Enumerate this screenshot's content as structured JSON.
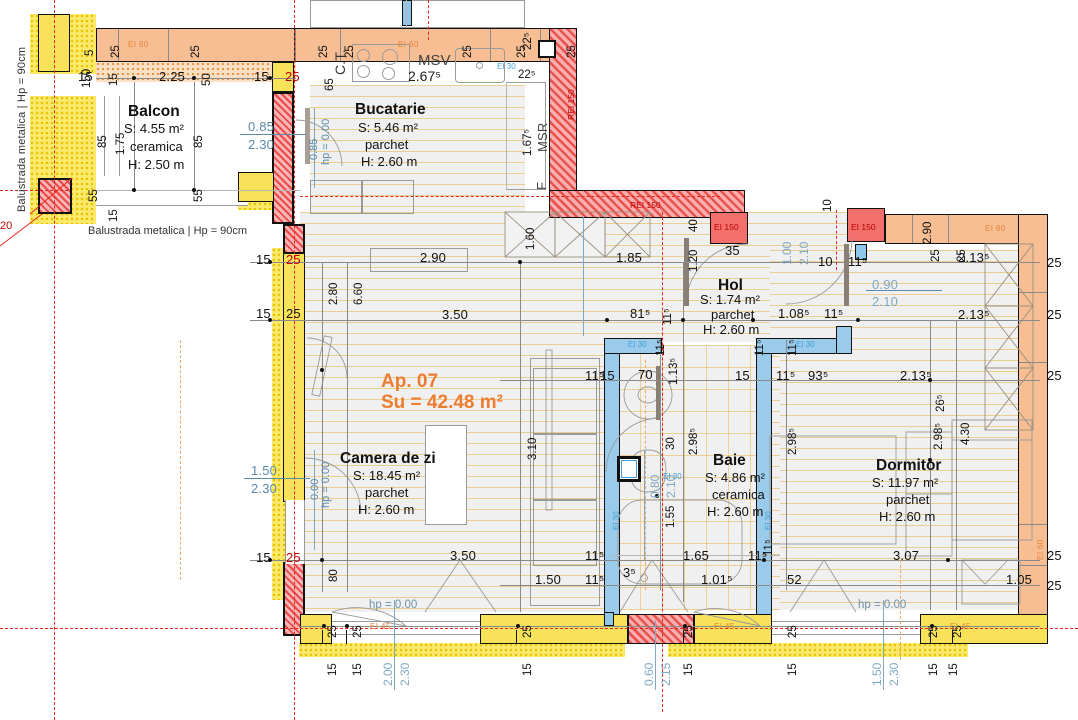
{
  "plan": {
    "apartment_label": "Ap. 07",
    "apartment_area": "Su = 42.48 m²",
    "accent_color": "#ED7D31",
    "wall_colors": {
      "orange": "#F6BE92",
      "red": "#F1706B",
      "yellow": "#F7E259",
      "blue": "#9ACBEA",
      "insulation_yellow": "#FBE96B"
    }
  },
  "rooms": [
    {
      "name": "Balcon",
      "area": "S: 4.55 m²",
      "finish": "ceramica",
      "height": "H: 2.50 m"
    },
    {
      "name": "Bucatarie",
      "area": "S: 5.46 m²",
      "finish": "parchet",
      "height": "H: 2.60 m"
    },
    {
      "name": "Hol",
      "area": "S: 1.74 m²",
      "finish": "parchet",
      "height": "H: 2.60 m"
    },
    {
      "name": "Camera de zi",
      "area": "S: 18.45 m²",
      "finish": "parchet",
      "height": "H: 2.60 m"
    },
    {
      "name": "Baie",
      "area": "S: 4.86 m²",
      "finish": "ceramica",
      "height": "H: 2.60 m"
    },
    {
      "name": "Dormitor",
      "area": "S: 11.97 m²",
      "finish": "parchet",
      "height": "H: 2.60 m"
    }
  ],
  "notes": [
    {
      "id": "balustrada_left",
      "text": "Balustrada metalica | Hp = 90cm"
    },
    {
      "id": "balustrada_bottom",
      "text": "Balustrada metalica | Hp = 90cm"
    }
  ],
  "equipment_labels": [
    {
      "id": "ct",
      "text": "C.T."
    },
    {
      "id": "msv",
      "text": "MSV"
    },
    {
      "id": "msv_w",
      "text": "2.67⁵"
    },
    {
      "id": "msr",
      "text": "MSR"
    },
    {
      "id": "msr_w",
      "text": "1.67⁵"
    },
    {
      "id": "f",
      "text": "F"
    }
  ],
  "fire_tags": [
    {
      "id": "ei60-top-left",
      "text": "EI 60"
    },
    {
      "id": "ei60-top-mid",
      "text": "EI 60"
    },
    {
      "id": "ei60-top-right",
      "text": "EI 60"
    },
    {
      "id": "ei60-right",
      "text": "EI 60"
    },
    {
      "id": "ei150-a",
      "text": "EI 150"
    },
    {
      "id": "ei150-b",
      "text": "EI 150"
    },
    {
      "id": "rei150-a",
      "text": "REI 150"
    },
    {
      "id": "rei150-b",
      "text": "REI 150"
    },
    {
      "id": "ei30-kitchen",
      "text": "EI 30"
    },
    {
      "id": "ei30-bath",
      "text": "EI 30"
    },
    {
      "id": "ei30-wall-a",
      "text": "EI 30"
    },
    {
      "id": "ei30-wall-b",
      "text": "EI 30"
    },
    {
      "id": "ei45-a",
      "text": "EI 45"
    },
    {
      "id": "ei45-b",
      "text": "EI 45"
    },
    {
      "id": "ei45-c",
      "text": "EI 45"
    }
  ],
  "openings": [
    {
      "id": "balcon-door",
      "width": "0.85",
      "height": "2.30",
      "hp": "hp = 0.00"
    },
    {
      "id": "living-window",
      "width": "1.50",
      "height": "2.30",
      "hp": "hp = 0.00"
    },
    {
      "id": "hol-door",
      "width": "1.00",
      "height": "2.10"
    },
    {
      "id": "dorm-door",
      "width": "0.90",
      "height": "2.10"
    },
    {
      "id": "baie-door",
      "width": "0.80",
      "height": "2.10"
    },
    {
      "id": "living-glass",
      "width": "2.00",
      "height": "2.30",
      "hp": "hp = 0.00"
    },
    {
      "id": "baie-window",
      "width": "0.60",
      "height": "2.15"
    },
    {
      "id": "dorm-window",
      "width": "1.50",
      "height": "2.30",
      "hp": "hp = 0.00"
    }
  ],
  "dimensions": {
    "top_strip": [
      "5",
      "25",
      "25",
      "25",
      "25",
      "25"
    ],
    "balcon": [
      "15",
      "2.25",
      "50",
      "15",
      "25",
      "150",
      "15",
      "85",
      "1.75",
      "85",
      "55",
      "55",
      "15",
      "65"
    ],
    "kitchen": [
      "22⁵",
      "25"
    ],
    "left_column": [
      "15",
      "25",
      "15",
      "25",
      "15",
      "25"
    ],
    "interior_horizontal": [
      "2.90",
      "1.60",
      "1.85",
      "40",
      "35",
      "3.50",
      "1.20",
      "81⁵",
      "11⁵",
      "1.08⁵",
      "11⁵",
      "10",
      "11⁵",
      "2.13⁵",
      "25"
    ],
    "living": [
      "2.80",
      "6.60",
      "3.10",
      "3.50",
      "1.50",
      "80",
      "11⁵",
      "11⁵"
    ],
    "bath": [
      "70",
      "1.13⁵",
      "30",
      "2.98⁵",
      "1.55",
      "1.65",
      "11⁵",
      "3⁵",
      "1.01⁵",
      "11⁵",
      "15",
      "11⁵",
      "52",
      "93⁵",
      "11⁵"
    ],
    "bedroom": [
      "2.13⁵",
      "2.13⁵",
      "26⁵",
      "2.98⁵",
      "4.30",
      "3.07",
      "1.05",
      "25",
      "25",
      "25",
      "25",
      "25"
    ],
    "bottom_strip": [
      "25",
      "25",
      "15",
      "15",
      "2.00",
      "2.30",
      "25",
      "15",
      "0.60",
      "2.15",
      "15",
      "25",
      "15",
      "1.50",
      "2.30",
      "15",
      "15",
      "25"
    ]
  }
}
